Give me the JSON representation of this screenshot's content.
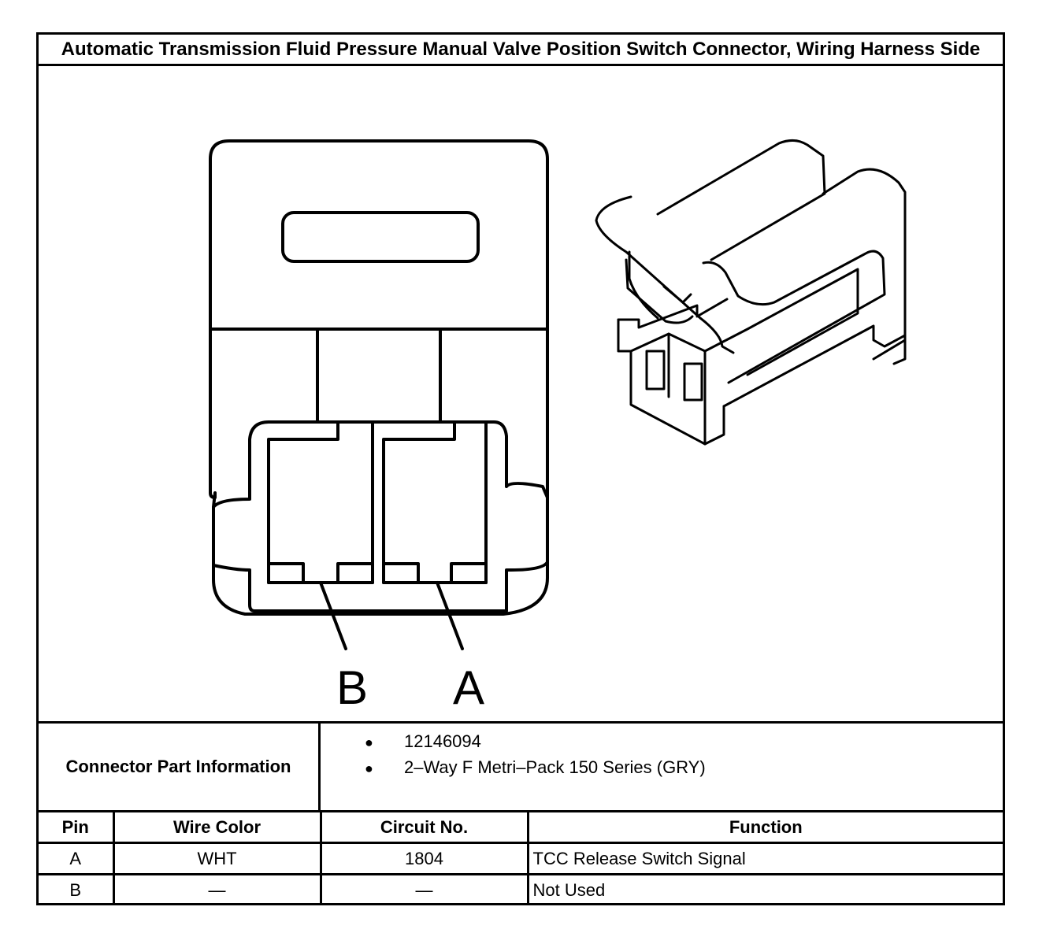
{
  "title": "Automatic Transmission Fluid Pressure Manual Valve Position Switch Connector, Wiring Harness Side",
  "diagram": {
    "pin_labels": [
      "B",
      "A"
    ]
  },
  "connector_info": {
    "label": "Connector Part Information",
    "items": [
      "12146094",
      "2–Way F Metri–Pack 150 Series (GRY)"
    ]
  },
  "pin_table": {
    "headers": [
      "Pin",
      "Wire Color",
      "Circuit No.",
      "Function"
    ],
    "rows": [
      {
        "pin": "A",
        "wire_color": "WHT",
        "circuit": "1804",
        "function": "TCC Release Switch Signal"
      },
      {
        "pin": "B",
        "wire_color": "—",
        "circuit": "—",
        "function": "Not Used"
      }
    ]
  }
}
